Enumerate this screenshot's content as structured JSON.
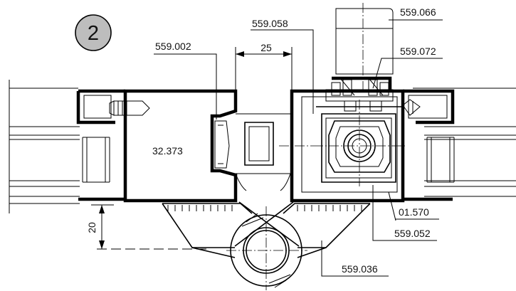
{
  "detail": {
    "number": "2",
    "badge_color": "#bdbdbd"
  },
  "labels": {
    "part_559_002": "559.002",
    "part_559_058": "559.058",
    "part_559_066": "559.066",
    "part_559_072": "559.072",
    "part_32_373": "32.373",
    "part_01_570": "01.570",
    "part_559_052": "559.052",
    "part_559_036": "559.036"
  },
  "dimensions": {
    "gap_width": "25",
    "offset_height": "20"
  },
  "colors": {
    "line": "#000000",
    "background": "#ffffff"
  }
}
